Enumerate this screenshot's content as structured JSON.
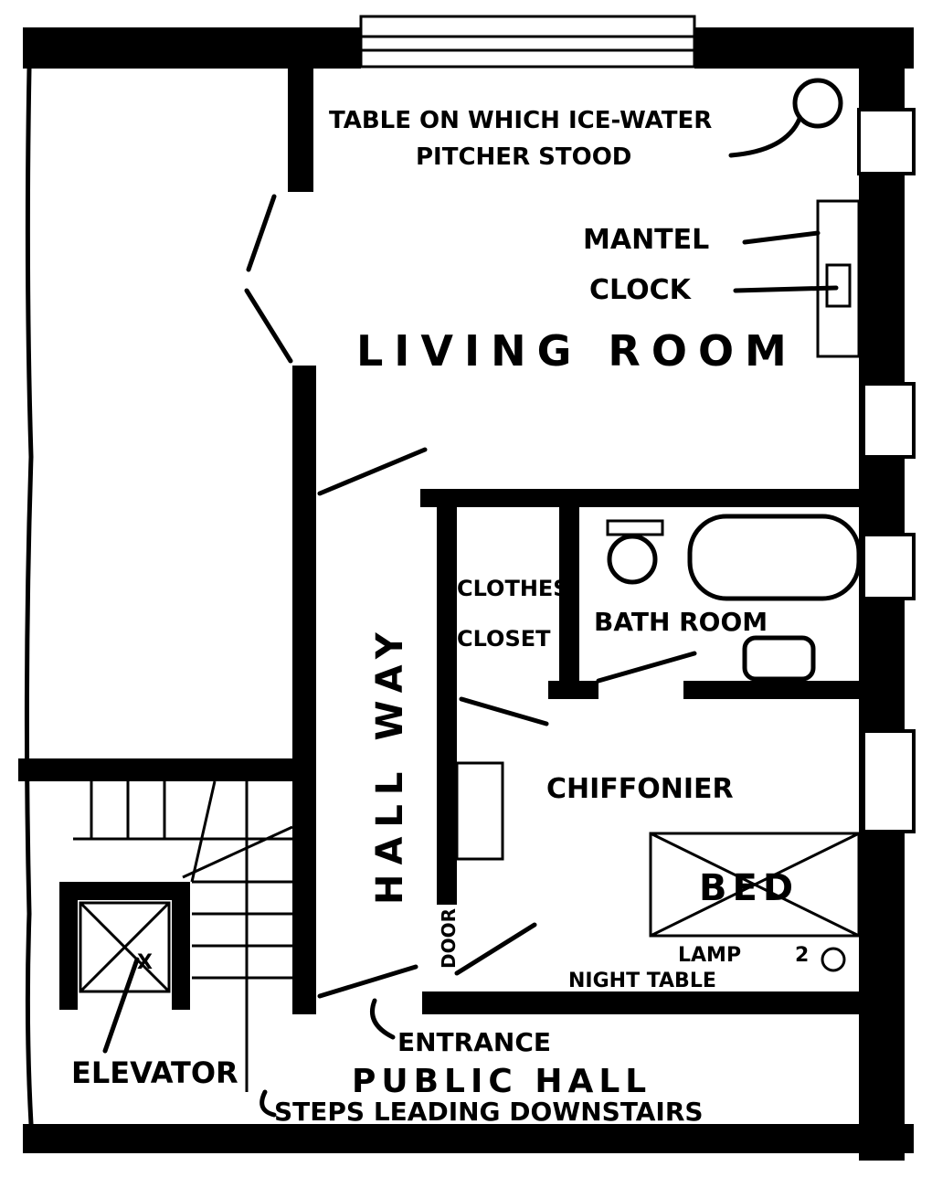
{
  "labels": {
    "ice_table_1": "TABLE ON WHICH ICE-WATER",
    "ice_table_2": "PITCHER STOOD",
    "mantel": "MANTEL",
    "clock": "CLOCK",
    "living_room": "LIVING ROOM",
    "clothes_1": "CLOTHES",
    "clothes_2": "CLOSET",
    "bath_room": "BATH ROOM",
    "hall_way": "HALL WAY",
    "chiffonier": "CHIFFONIER",
    "bed": "BED",
    "lamp": "LAMP",
    "night_table": "NIGHT TABLE",
    "door": "DOOR",
    "entrance": "ENTRANCE",
    "public_hall": "PUBLIC HALL",
    "elevator": "ELEVATOR",
    "steps": "STEPS LEADING DOWNSTAIRS",
    "lamp_marker": "2",
    "elevator_marker": "X"
  }
}
